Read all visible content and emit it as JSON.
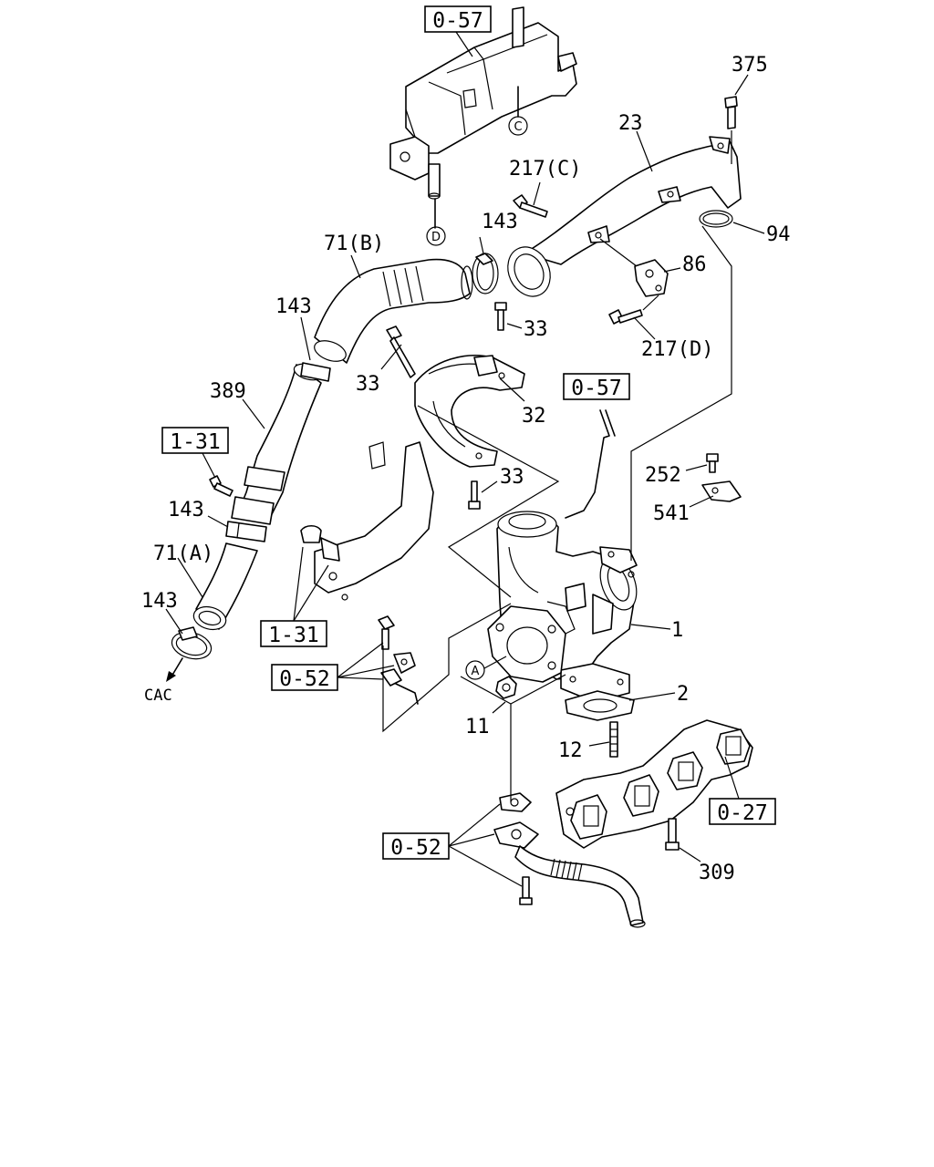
{
  "callouts": {
    "p375": "375",
    "p23": "23",
    "p217c": "217(C)",
    "p94": "94",
    "p143_top": "143",
    "p71b": "71(B)",
    "p86": "86",
    "p33_a": "33",
    "p217d": "217(D)",
    "p143_mid": "143",
    "p33_b": "33",
    "p32": "32",
    "p389": "389",
    "p33_c": "33",
    "p252": "252",
    "p541": "541",
    "p143_lower": "143",
    "p71a": "71(A)",
    "p143_bottom": "143",
    "p1": "1",
    "p2": "2",
    "p11": "11",
    "p12": "12",
    "p309": "309",
    "cac": "CAC"
  },
  "references": {
    "r057_top": "0-57",
    "r057_mid": "0-57",
    "r131_upper": "1-31",
    "r131_lower": "1-31",
    "r052_upper": "0-52",
    "r052_lower": "0-52",
    "r027": "0-27"
  },
  "connectors": {
    "c": "C",
    "d": "D",
    "a": "A"
  }
}
